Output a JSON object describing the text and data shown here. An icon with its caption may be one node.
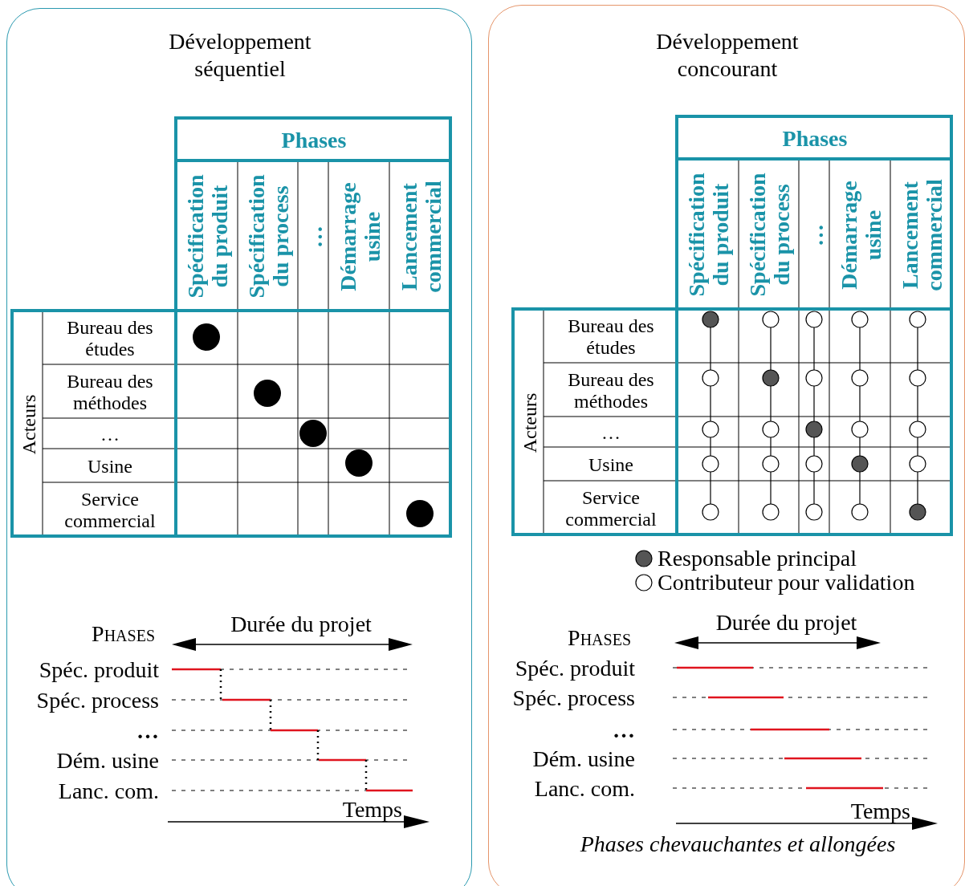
{
  "diagram": {
    "nodes": [
      {
        "text": [
          "Développement séquentiel"
        ]
      },
      {
        "text": [
          "Développement concourant"
        ]
      }
    ],
    "labels": [
      "Phases",
      "Spécification du produit",
      "Spécification du process",
      "…",
      "Démarrage usine",
      "Lancement commercial",
      "Acteurs",
      "Bureau des études",
      "Bureau des méthodes",
      "…",
      "Usine",
      "Service commercial",
      "Phases",
      "Durée du projet",
      "Spéc. produit",
      "Spéc. process",
      "…",
      "Dém. usine",
      "Lanc. com.",
      "Temps",
      "Phases",
      "Spécification du produit",
      "Spécification du process",
      "…",
      "Démarrage usine",
      "Lancement commercial",
      "Acteurs",
      "Bureau des études",
      "Bureau des méthodes",
      "…",
      "Usine",
      "Service commercial",
      "Phases",
      "Durée du projet",
      "Spéc. produit",
      "Spéc. process",
      "…",
      "Dém. usine",
      "Lanc. com.",
      "Temps",
      "Phases chevauchantes et allongées"
    ],
    "legend": [
      {
        "text": "Responsable principal"
      },
      {
        "text": "Contributeur pour validation"
      }
    ]
  }
}
